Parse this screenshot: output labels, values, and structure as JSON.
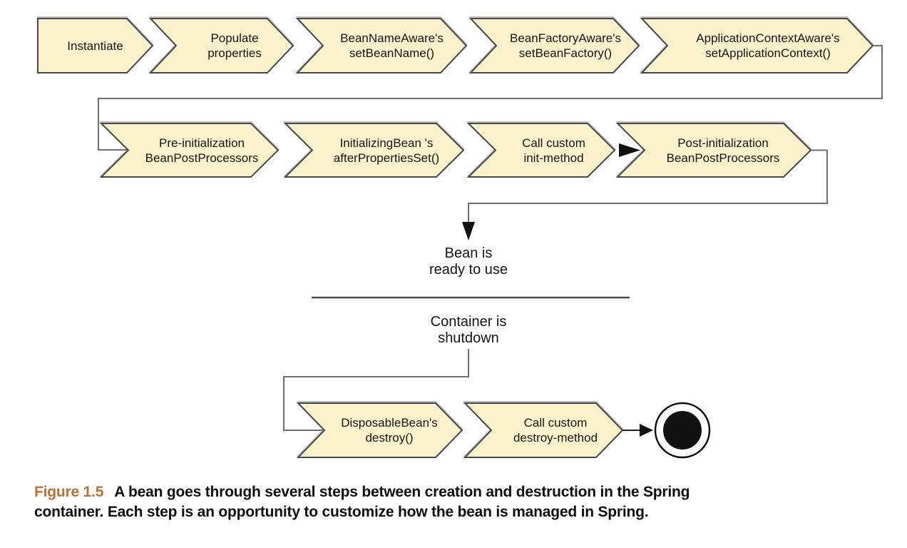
{
  "figure": {
    "label": "Figure 1.5",
    "caption_line1": "A bean goes through several steps between creation and destruction in the Spring",
    "caption_line2": "container. Each step is an opportunity to customize how the bean is managed in Spring."
  },
  "diagram": {
    "colors": {
      "chevron_fill": "#fbf2cc",
      "chevron_stroke": "#48484a",
      "connector": "#6e6e6e",
      "arrowhead": "#111111",
      "divider": "#4c4c4c",
      "figure_label": "#bd7133",
      "text": "#141414"
    },
    "steps": {
      "r1s1": {
        "l1": "Instantiate"
      },
      "r1s2": {
        "l1": "Populate",
        "l2": "properties"
      },
      "r1s3": {
        "l1": "BeanNameAware's",
        "l2": "setBeanName()"
      },
      "r1s4": {
        "l1": "BeanFactoryAware's",
        "l2": "setBeanFactory()"
      },
      "r1s5": {
        "l1": "ApplicationContextAware's",
        "l2": "setApplicationContext()"
      },
      "r2s1": {
        "l1": "Pre-initialization",
        "l2": "BeanPostProcessors"
      },
      "r2s2": {
        "l1": "InitializingBean 's",
        "l2": "afterPropertiesSet()"
      },
      "r2s3": {
        "l1": "Call custom",
        "l2": "init-method"
      },
      "r2s4": {
        "l1": "Post-initialization",
        "l2": "BeanPostProcessors"
      },
      "r3s1": {
        "l1": "DisposableBean's",
        "l2": "destroy()"
      },
      "r3s2": {
        "l1": "Call custom",
        "l2": "destroy-method"
      }
    },
    "states": {
      "ready": {
        "l1": "Bean is",
        "l2": "ready to use"
      },
      "shutdown": {
        "l1": "Container is",
        "l2": "shutdown"
      }
    }
  }
}
